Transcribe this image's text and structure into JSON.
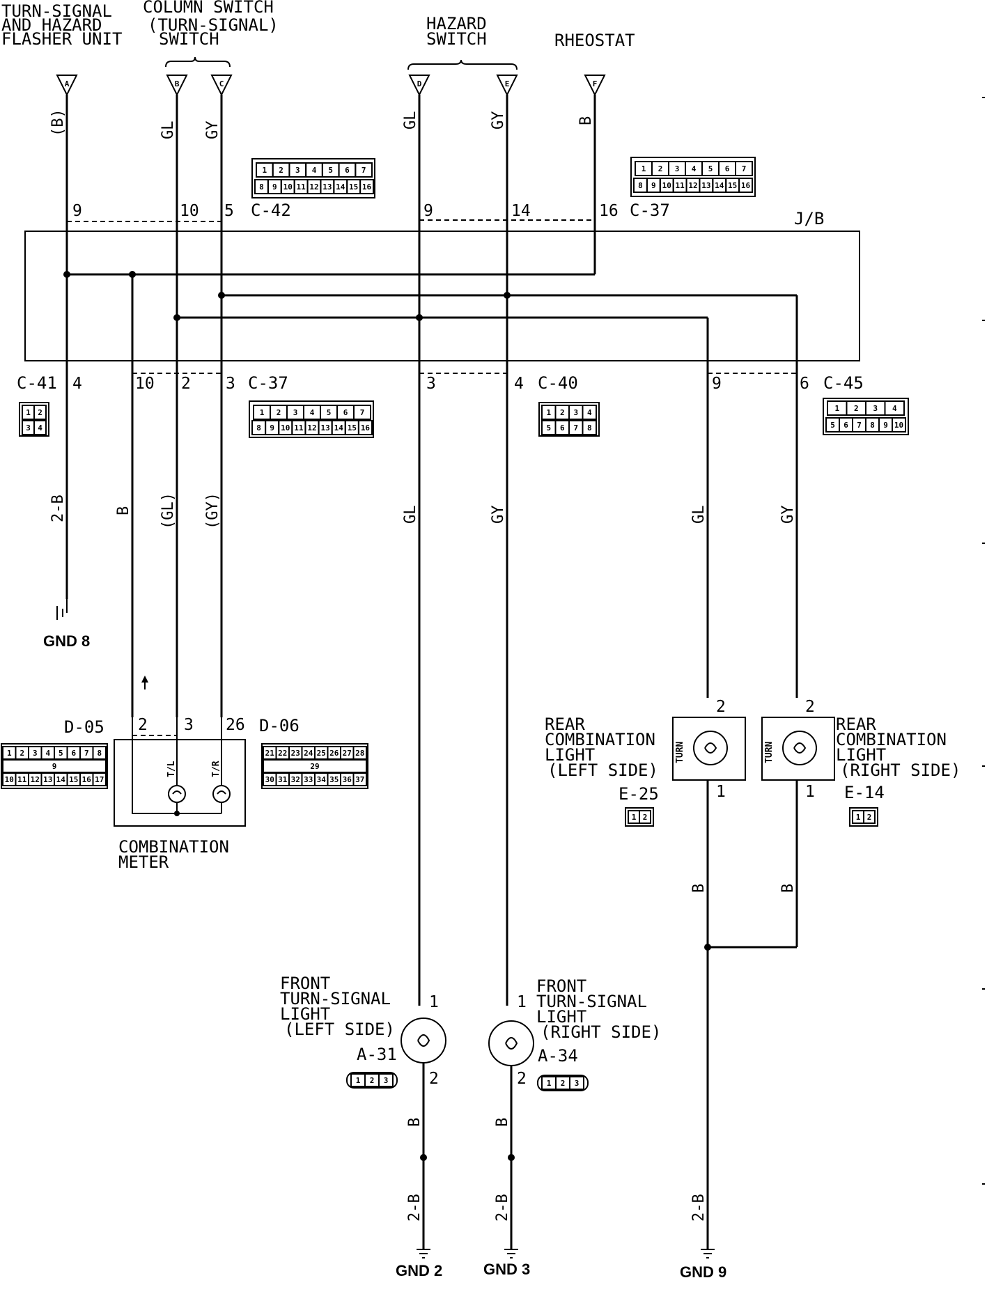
{
  "components": {
    "flasher": [
      "TURN-SIGNAL",
      "AND HAZARD",
      "FLASHER UNIT"
    ],
    "column_switch": [
      "COLUMN SWITCH",
      "(TURN-SIGNAL)",
      "SWITCH"
    ],
    "hazard_switch": [
      "HAZARD",
      "SWITCH"
    ],
    "rheostat": "RHEOSTAT",
    "combination_meter": [
      "COMBINATION",
      "METER"
    ],
    "rear_left": [
      "REAR",
      "COMBINATION",
      "LIGHT",
      "(LEFT SIDE)"
    ],
    "rear_right": [
      "REAR",
      "COMBINATION",
      "LIGHT",
      "(RIGHT SIDE)"
    ],
    "front_left": [
      "FRONT",
      "TURN-SIGNAL",
      "LIGHT",
      "(LEFT SIDE)"
    ],
    "front_right": [
      "FRONT",
      "TURN-SIGNAL",
      "LIGHT",
      "(RIGHT SIDE)"
    ],
    "jb": "J/B",
    "turn": "TURN",
    "tl": "T/L",
    "tr": "T/R"
  },
  "terminals": [
    "A",
    "B",
    "C",
    "D",
    "E",
    "F"
  ],
  "connectors": {
    "c42": "C-42",
    "c37_top": "C-37",
    "c41": "C-41",
    "c37_bot": "C-37",
    "c40": "C-40",
    "c45": "C-45",
    "d05": "D-05",
    "d06": "D-06",
    "e25": "E-25",
    "e14": "E-14",
    "a31": "A-31",
    "a34": "A-34"
  },
  "pins": {
    "top": [
      "9",
      "10",
      "5",
      "9",
      "14",
      "16"
    ],
    "mid": [
      "4",
      "10",
      "2",
      "3",
      "3",
      "4",
      "9",
      "6"
    ],
    "meter": [
      "2",
      "3",
      "26"
    ],
    "rear_left": [
      "2",
      "1"
    ],
    "rear_right": [
      "2",
      "1"
    ],
    "front_left": [
      "1",
      "2"
    ],
    "front_right": [
      "1",
      "2"
    ]
  },
  "wire_colors": {
    "top": [
      "(B)",
      "GL",
      "GY",
      "GL",
      "GY",
      "B"
    ],
    "mid": [
      "2-B",
      "B",
      "(GL)",
      "(GY)",
      "GL",
      "GY",
      "GL",
      "GY"
    ],
    "rear_return": [
      "B",
      "B"
    ],
    "front_return": [
      "B",
      "B"
    ],
    "ground": [
      "2-B",
      "2-B",
      "2-B"
    ]
  },
  "grounds": [
    "GND 8",
    "GND 2",
    "GND 3",
    "GND 9"
  ],
  "connector_cells": {
    "c42_row1": [
      "1",
      "2",
      "3",
      "4",
      "5",
      "6",
      "7"
    ],
    "c42_row2": [
      "8",
      "9",
      "10",
      "11",
      "12",
      "13",
      "14",
      "15",
      "16"
    ],
    "c37t_row1": [
      "1",
      "2",
      "3",
      "4",
      "5",
      "6",
      "7"
    ],
    "c37t_row2": [
      "8",
      "9",
      "10",
      "11",
      "12",
      "13",
      "14",
      "15",
      "16"
    ],
    "c37b_row1": [
      "1",
      "2",
      "3",
      "4",
      "5",
      "6",
      "7"
    ],
    "c37b_row2": [
      "8",
      "9",
      "10",
      "11",
      "12",
      "13",
      "14",
      "15",
      "16"
    ],
    "c41_row1": [
      "1",
      "2"
    ],
    "c41_row2": [
      "3",
      "4"
    ],
    "c40_row1": [
      "1",
      "2",
      "3",
      "4"
    ],
    "c40_row2": [
      "5",
      "6",
      "7",
      "8"
    ],
    "c45_row1": [
      "1",
      "2",
      "3",
      "4"
    ],
    "c45_row2": [
      "5",
      "6",
      "7",
      "8",
      "9",
      "10"
    ],
    "d05_row1": [
      "1",
      "2",
      "3",
      "4",
      "5",
      "6",
      "7",
      "8"
    ],
    "d05_row2": [
      "9"
    ],
    "d05_row3": [
      "10",
      "11",
      "12",
      "13",
      "14",
      "15",
      "16",
      "17"
    ],
    "d06_row1": [
      "21",
      "22",
      "23",
      "24",
      "25",
      "26",
      "27",
      "28"
    ],
    "d06_row2": [
      "29"
    ],
    "d06_row3": [
      "30",
      "31",
      "32",
      "33",
      "34",
      "35",
      "36",
      "37"
    ],
    "e25": [
      "1",
      "2"
    ],
    "e14": [
      "1",
      "2"
    ],
    "a31": [
      "1",
      "2",
      "3"
    ],
    "a34": [
      "1",
      "2",
      "3"
    ]
  }
}
